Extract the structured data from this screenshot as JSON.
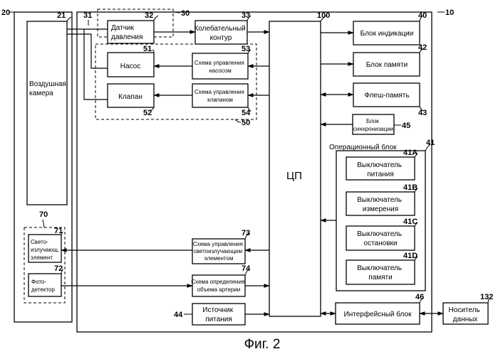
{
  "caption": "Фиг. 2",
  "refs": {
    "r10": "10",
    "r20": "20",
    "r21": "21",
    "r30": "30",
    "r31": "31",
    "r32": "32",
    "r33": "33",
    "r40": "40",
    "r41": "41",
    "r41A": "41A",
    "r41B": "41B",
    "r41C": "41C",
    "r41D": "41D",
    "r42": "42",
    "r43": "43",
    "r44": "44",
    "r45": "45",
    "r46": "46",
    "r50": "50",
    "r51": "51",
    "r52": "52",
    "r53": "53",
    "r54": "54",
    "r70": "70",
    "r71": "71",
    "r72": "72",
    "r73": "73",
    "r74": "74",
    "r100": "100",
    "r132": "132"
  },
  "blocks": {
    "air_chamber": [
      "Воздушная",
      "камера"
    ],
    "pressure_sensor": [
      "Датчик",
      "давления"
    ],
    "oscillation": [
      "Колебательный",
      "контур"
    ],
    "pump": [
      "Насос"
    ],
    "pump_ctrl": [
      "Схема управления",
      "насосом"
    ],
    "valve": [
      "Клапан"
    ],
    "valve_ctrl": [
      "Схема управления",
      "клапаном"
    ],
    "cpu": [
      "ЦП"
    ],
    "display": [
      "Блок индикации"
    ],
    "memory": [
      "Блок памяти"
    ],
    "flash": [
      "Флеш-память"
    ],
    "sync": [
      "Блок",
      "синхронизации"
    ],
    "operation_title": [
      "Операционный блок"
    ],
    "power_sw": [
      "Выключатель",
      "питания"
    ],
    "measure_sw": [
      "Выключатель",
      "измерения"
    ],
    "stop_sw": [
      "Выключатель",
      "остановки"
    ],
    "memory_sw": [
      "Выключатель",
      "памяти"
    ],
    "led": [
      "Свето-",
      "излучающ.",
      "элемент"
    ],
    "photo": [
      "Фото-",
      "детектор"
    ],
    "led_ctrl": [
      "Схема управления",
      "светоизлучающим",
      "элементом"
    ],
    "artery": [
      "Схема определения",
      "объема артерии"
    ],
    "power_src": [
      "Источник",
      "питания"
    ],
    "interface": [
      "Интерфейсный блок"
    ],
    "carrier": [
      "Носитель",
      "данных"
    ]
  }
}
